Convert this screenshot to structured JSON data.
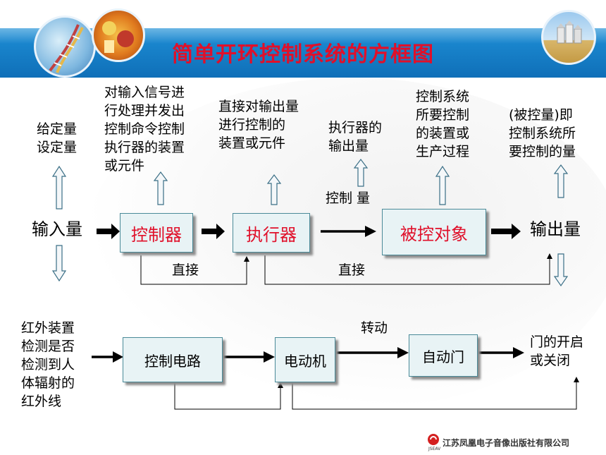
{
  "title": "简单开环控制系统的方框图",
  "top_diagram": {
    "input": "输入量",
    "output": "输出量",
    "blocks": {
      "controller": "控制器",
      "actuator": "执行器",
      "plant": "被控对象"
    },
    "notes": {
      "input_note": "给定量\n设定量",
      "controller_note": "对输入信号进\n行处理并发出\n控制命令控制\n执行器的装置\n或元件",
      "actuator_note": "直接对输出量\n进行控制的\n装置或元件",
      "actuator_output_note": "执行器的\n输出量",
      "control_quantity": "控制 量",
      "plant_note": "控制系统\n所要控制\n的装置或\n生产过程",
      "output_note": "(被控量)即\n控制系统所\n要控制的量",
      "direct_1": "直接",
      "direct_2": "直接"
    }
  },
  "bottom_diagram": {
    "input_note": "红外装置\n检测是否\n检测到人\n体辐射的\n红外线",
    "blocks": {
      "circuit": "控制电路",
      "motor": "电动机",
      "door": "自动门"
    },
    "rotation": "转动",
    "output_note": "门的开启\n或关闭"
  },
  "footer": {
    "publisher": "江苏凤凰电子音像出版社有限公司",
    "abbr": "JSEAV"
  },
  "colors": {
    "header_blue": "#1a80c8",
    "title_red": "#e0102a",
    "box_fill": "#e8f3f5"
  }
}
